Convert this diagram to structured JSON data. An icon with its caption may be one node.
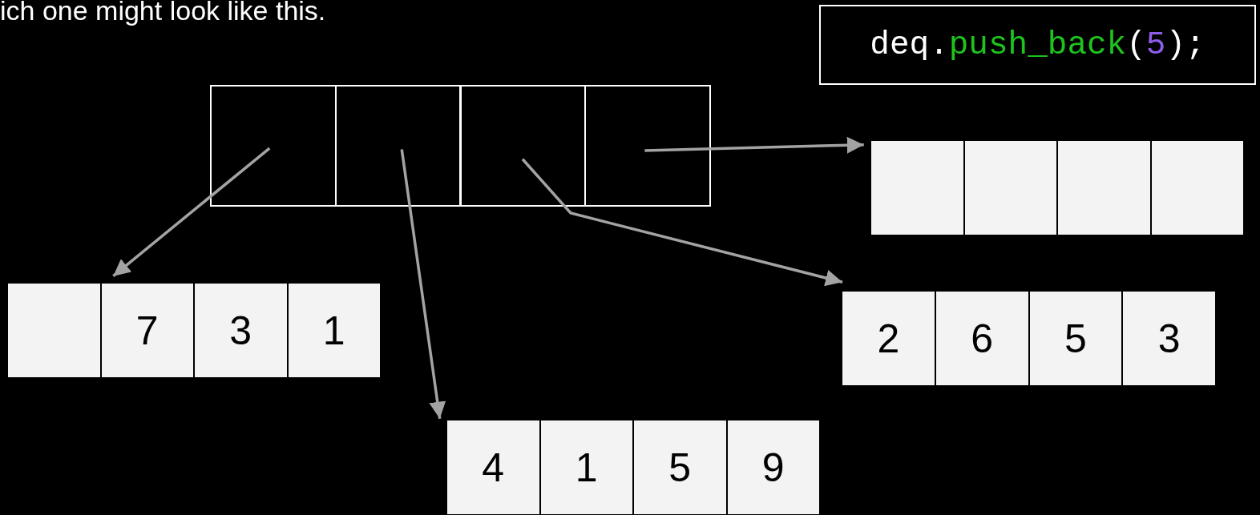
{
  "diagram": {
    "nodes": [
      {
        "text": [
          "deq.push_back(5);"
        ]
      },
      {
        "text": [],
        "shape": "box"
      },
      {
        "text": [],
        "shape": "box"
      },
      {
        "text": [],
        "shape": "box"
      },
      {
        "text": [],
        "shape": "box"
      },
      {
        "text": [],
        "shape": "box"
      },
      {
        "text": [],
        "shape": "box",
        "in": 5
      },
      {
        "text": [],
        "shape": "box",
        "in": 5
      },
      {
        "text": [],
        "shape": "box",
        "in": 5
      },
      {
        "text": [],
        "shape": "box",
        "in": 5
      },
      {
        "text": [],
        "shape": "box"
      },
      {
        "text": [],
        "shape": "box",
        "in": 10
      },
      {
        "text": [
          "7"
        ],
        "in": 10
      },
      {
        "text": [
          "3"
        ],
        "in": 10
      },
      {
        "text": [
          "1"
        ],
        "in": 10
      },
      {
        "text": [],
        "shape": "box"
      },
      {
        "text": [
          "2"
        ],
        "in": 15
      },
      {
        "text": [
          "6"
        ],
        "in": 15
      },
      {
        "text": [
          "5"
        ],
        "in": 15
      },
      {
        "text": [
          "3"
        ],
        "in": 15
      },
      {
        "text": [],
        "shape": "box"
      },
      {
        "text": [
          "4"
        ],
        "in": 20
      },
      {
        "text": [
          "1"
        ],
        "in": 20
      },
      {
        "text": [
          "5"
        ],
        "in": 20
      },
      {
        "text": [
          "9"
        ],
        "in": 20
      }
    ],
    "edges": [
      {
        "from": 1,
        "to": 10,
        "arrow": "to"
      },
      {
        "from": 2,
        "to": 20,
        "arrow": "to"
      },
      {
        "from": 3,
        "to": 15,
        "arrow": "to"
      },
      {
        "from": 4,
        "to": 5,
        "arrow": "to"
      }
    ],
    "labels": [
      "ich one might look like this."
    ]
  }
}
